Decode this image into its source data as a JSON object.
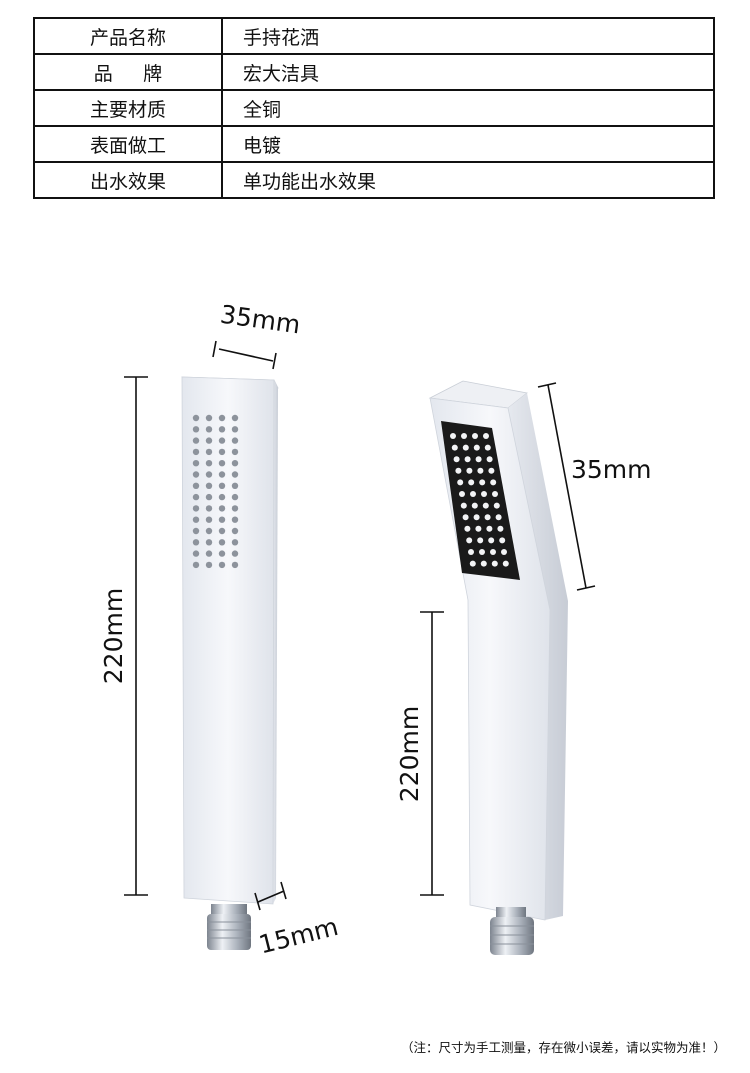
{
  "spec_table": {
    "rows": [
      {
        "label": "产品名称",
        "value": "手持花洒"
      },
      {
        "label": "品牌",
        "value": "宏大洁具"
      },
      {
        "label": "主要材质",
        "value": "全铜"
      },
      {
        "label": "表面做工",
        "value": "电镀"
      },
      {
        "label": "出水效果",
        "value": "单功能出水效果"
      }
    ]
  },
  "figure": {
    "left_view": {
      "width_label": "35mm",
      "length_label": "220mm",
      "thickness_label": "15mm"
    },
    "right_view": {
      "head_label": "35mm",
      "length_label": "220mm"
    }
  },
  "footnote": "（注：尺寸为手工测量，存在微小误差，请以实物为准！）",
  "colors": {
    "chrome_light": "#f4f6f9",
    "chrome_shade": "#cdd2da",
    "nozzle_face": "#1a1a1a",
    "line": "#111111"
  }
}
